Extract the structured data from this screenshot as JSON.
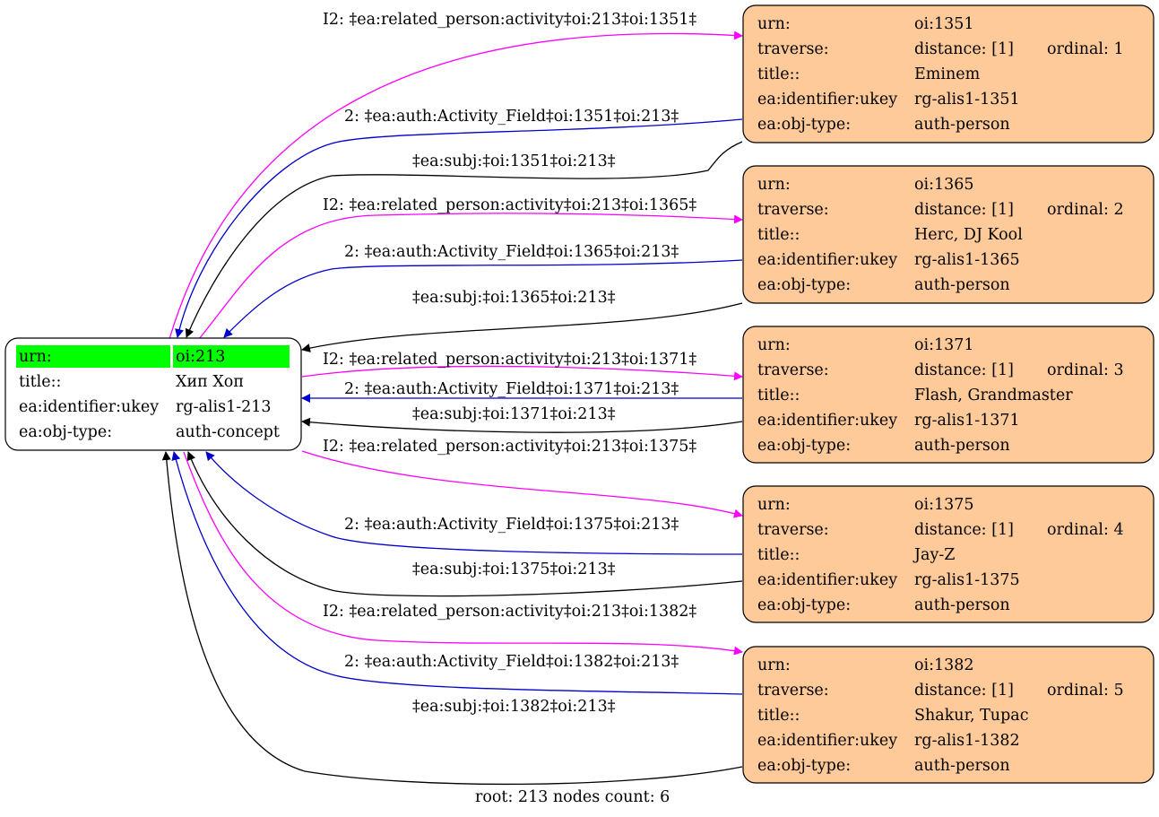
{
  "root": {
    "rows": [
      {
        "key": "urn:",
        "value": "oi:213"
      },
      {
        "key": "title::",
        "value": "Хип Хоп"
      },
      {
        "key": "ea:identifier:ukey",
        "value": "rg-alis1-213"
      },
      {
        "key": "ea:obj-type:",
        "value": "auth-concept"
      }
    ]
  },
  "nodes": [
    {
      "urn": "oi:1351",
      "distance": "distance: [1]",
      "ordinal": "ordinal: 1",
      "title": "Eminem",
      "ukey": "rg-alis1-1351",
      "objtype": "auth-person"
    },
    {
      "urn": "oi:1365",
      "distance": "distance: [1]",
      "ordinal": "ordinal: 2",
      "title": "Herc, DJ Kool",
      "ukey": "rg-alis1-1365",
      "objtype": "auth-person"
    },
    {
      "urn": "oi:1371",
      "distance": "distance: [1]",
      "ordinal": "ordinal: 3",
      "title": "Flash, Grandmaster",
      "ukey": "rg-alis1-1371",
      "objtype": "auth-person"
    },
    {
      "urn": "oi:1375",
      "distance": "distance: [1]",
      "ordinal": "ordinal: 4",
      "title": "Jay-Z",
      "ukey": "rg-alis1-1375",
      "objtype": "auth-person"
    },
    {
      "urn": "oi:1382",
      "distance": "distance: [1]",
      "ordinal": "ordinal: 5",
      "title": "Shakur, Tupac",
      "ukey": "rg-alis1-1382",
      "objtype": "auth-person"
    }
  ],
  "node_keys": {
    "urn": "urn:",
    "traverse": "traverse:",
    "title": "title::",
    "ukey": "ea:identifier:ukey",
    "objtype": "ea:obj-type:"
  },
  "edges": [
    {
      "type": "related",
      "target": 0,
      "label": "I2: ‡ea:related_person:activity‡oi:213‡oi:1351‡"
    },
    {
      "type": "field",
      "target": 0,
      "label": "2: ‡ea:auth:Activity_Field‡oi:1351‡oi:213‡"
    },
    {
      "type": "subj",
      "target": 0,
      "label": "‡ea:subj:‡oi:1351‡oi:213‡"
    },
    {
      "type": "related",
      "target": 1,
      "label": "I2: ‡ea:related_person:activity‡oi:213‡oi:1365‡"
    },
    {
      "type": "field",
      "target": 1,
      "label": "2: ‡ea:auth:Activity_Field‡oi:1365‡oi:213‡"
    },
    {
      "type": "subj",
      "target": 1,
      "label": "‡ea:subj:‡oi:1365‡oi:213‡"
    },
    {
      "type": "related",
      "target": 2,
      "label": "I2: ‡ea:related_person:activity‡oi:213‡oi:1371‡"
    },
    {
      "type": "field",
      "target": 2,
      "label": "2: ‡ea:auth:Activity_Field‡oi:1371‡oi:213‡"
    },
    {
      "type": "subj",
      "target": 2,
      "label": "‡ea:subj:‡oi:1371‡oi:213‡"
    },
    {
      "type": "related",
      "target": 3,
      "label": "I2: ‡ea:related_person:activity‡oi:213‡oi:1375‡"
    },
    {
      "type": "field",
      "target": 3,
      "label": "2: ‡ea:auth:Activity_Field‡oi:1375‡oi:213‡"
    },
    {
      "type": "subj",
      "target": 3,
      "label": "‡ea:subj:‡oi:1375‡oi:213‡"
    },
    {
      "type": "related",
      "target": 4,
      "label": "I2: ‡ea:related_person:activity‡oi:213‡oi:1382‡"
    },
    {
      "type": "field",
      "target": 4,
      "label": "2: ‡ea:auth:Activity_Field‡oi:1382‡oi:213‡"
    },
    {
      "type": "subj",
      "target": 4,
      "label": "‡ea:subj:‡oi:1382‡oi:213‡"
    }
  ],
  "colors": {
    "node_fill": "#ffca99",
    "root_highlight": "#00ff00",
    "related": "#ff00ff",
    "field": "#0000cc",
    "subj": "#000000"
  },
  "footer": "root: 213 nodes count: 6"
}
